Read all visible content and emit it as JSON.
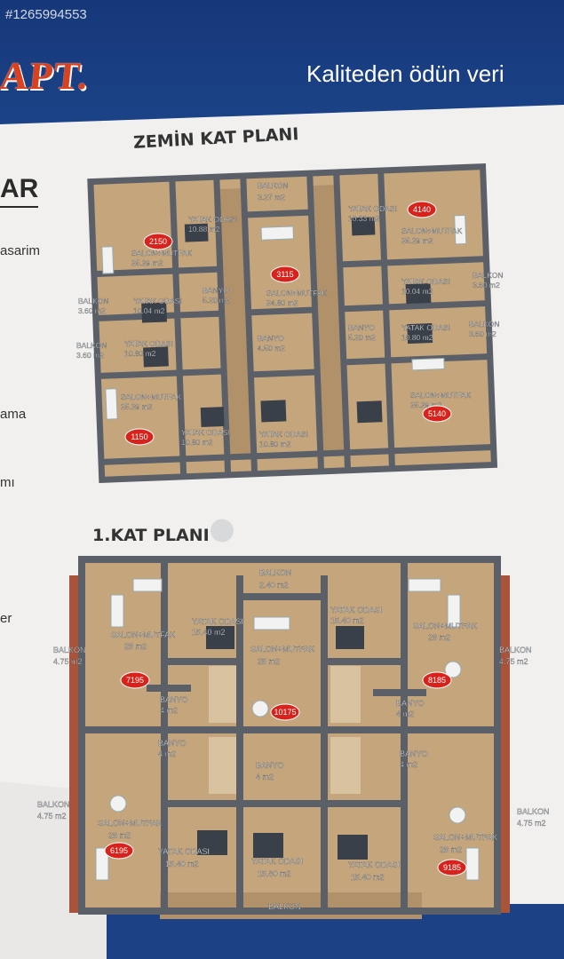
{
  "watermark_id": "#1265994553",
  "logo_text": "APT.",
  "slogan": "Kaliteden ödün veri",
  "side": {
    "heading": "AR",
    "items": [
      "asarim",
      "ama",
      "mı",
      "er"
    ]
  },
  "ground": {
    "title": "ZEMİN KAT PLANI",
    "labels": [
      {
        "id": "b1",
        "text": "BALKON"
      },
      {
        "id": "b1a",
        "text": "3.27 m2"
      },
      {
        "id": "y1",
        "text": "YATAK ODASI"
      },
      {
        "id": "y1a",
        "text": "10.88 m2"
      },
      {
        "id": "y2",
        "text": "YATAK ODASI"
      },
      {
        "id": "y2a",
        "text": "10.33 m2"
      },
      {
        "id": "s1",
        "text": "SALON+MUTFAK"
      },
      {
        "id": "s1a",
        "text": "25.29 m2"
      },
      {
        "id": "s2",
        "text": "SALON+MUTFAK"
      },
      {
        "id": "s2a",
        "text": "24.80 m2"
      },
      {
        "id": "s3",
        "text": "SALON+MUTFAK"
      },
      {
        "id": "s3a",
        "text": "25.29 m2"
      },
      {
        "id": "bl",
        "text": "BALKON"
      },
      {
        "id": "bla",
        "text": "3.60 m2"
      },
      {
        "id": "bl2",
        "text": "BALKON"
      },
      {
        "id": "bl2a",
        "text": "3.60 m2"
      },
      {
        "id": "br",
        "text": "BALKON"
      },
      {
        "id": "bra",
        "text": "3.60 m2"
      },
      {
        "id": "br2",
        "text": "BALKON"
      },
      {
        "id": "br2a",
        "text": "3.60 m2"
      },
      {
        "id": "y3",
        "text": "YATAK ODASI"
      },
      {
        "id": "y3a",
        "text": "10.04 m2"
      },
      {
        "id": "y4",
        "text": "YATAK ODASI"
      },
      {
        "id": "y4a",
        "text": "10.04 m2"
      },
      {
        "id": "y5",
        "text": "YATAK ODASI"
      },
      {
        "id": "y5a",
        "text": "10.80 m2"
      },
      {
        "id": "y6",
        "text": "YATAK ODASI"
      },
      {
        "id": "y6a",
        "text": "10.80 m2"
      },
      {
        "id": "ba1",
        "text": "BANYO"
      },
      {
        "id": "ba1a",
        "text": "5.20 m2"
      },
      {
        "id": "ba2",
        "text": "BANYO"
      },
      {
        "id": "ba2a",
        "text": "4.50 m2"
      },
      {
        "id": "ba3",
        "text": "BANYO"
      },
      {
        "id": "ba3a",
        "text": "5.20 m2"
      },
      {
        "id": "s4",
        "text": "SALON+MUTFAK"
      },
      {
        "id": "s4a",
        "text": "25.29 m2"
      },
      {
        "id": "s5",
        "text": "SALON+MUTFAK"
      },
      {
        "id": "s5a",
        "text": "25.29 m2"
      },
      {
        "id": "y7",
        "text": "YATAK ODASI"
      },
      {
        "id": "y7a",
        "text": "10.80 m2"
      },
      {
        "id": "y8",
        "text": "YATAK ODASI"
      },
      {
        "id": "y8a",
        "text": "10.80 m2"
      }
    ],
    "badges": [
      "2150",
      "3115",
      "4140",
      "1150",
      "5140"
    ]
  },
  "first": {
    "title": "1.KAT PLANI",
    "labels": [
      {
        "id": "tb",
        "text": "BALKON"
      },
      {
        "id": "tba",
        "text": "2.40 m2"
      },
      {
        "id": "fy1",
        "text": "YATAK ODASI"
      },
      {
        "id": "fy1a",
        "text": "15.40 m2"
      },
      {
        "id": "fy2",
        "text": "YATAK ODASI"
      },
      {
        "id": "fy2a",
        "text": "15.40 m2"
      },
      {
        "id": "fs1",
        "text": "SALON+MUTFAK"
      },
      {
        "id": "fs1a",
        "text": "28 m2"
      },
      {
        "id": "fs2",
        "text": "SALON+MUTFAK"
      },
      {
        "id": "fs2a",
        "text": "25 m2"
      },
      {
        "id": "fs3",
        "text": "SALON+MUTFAK"
      },
      {
        "id": "fs3a",
        "text": "28 m2"
      },
      {
        "id": "fbl",
        "text": "BALKON"
      },
      {
        "id": "fbla",
        "text": "4.75 m2"
      },
      {
        "id": "fbr",
        "text": "BALKON"
      },
      {
        "id": "fbra",
        "text": "4.75 m2"
      },
      {
        "id": "fba1",
        "text": "BANYO"
      },
      {
        "id": "fba1a",
        "text": "4 m2"
      },
      {
        "id": "fba2",
        "text": "BANYO"
      },
      {
        "id": "fba2a",
        "text": "4 m2"
      },
      {
        "id": "fba3",
        "text": "BANYO"
      },
      {
        "id": "fba3a",
        "text": "4 m2"
      },
      {
        "id": "fba4",
        "text": "BANYO"
      },
      {
        "id": "fba4a",
        "text": "4 m2"
      },
      {
        "id": "fba5",
        "text": "BANYO"
      },
      {
        "id": "fba5a",
        "text": "4 m2"
      },
      {
        "id": "fbl2",
        "text": "BALKON"
      },
      {
        "id": "fbl2a",
        "text": "4.75 m2"
      },
      {
        "id": "fbr2",
        "text": "BALKON"
      },
      {
        "id": "fbr2a",
        "text": "4.75 m2"
      },
      {
        "id": "fs4",
        "text": "SALON+MUTFAK"
      },
      {
        "id": "fs4a",
        "text": "28 m2"
      },
      {
        "id": "fs5",
        "text": "SALON+MUTFAK"
      },
      {
        "id": "fs5a",
        "text": "28 m2"
      },
      {
        "id": "fy3",
        "text": "YATAK ODASI"
      },
      {
        "id": "fy3a",
        "text": "15.40 m2"
      },
      {
        "id": "fy4",
        "text": "YATAK ODASI"
      },
      {
        "id": "fy4a",
        "text": "15.80 m2"
      },
      {
        "id": "fy5",
        "text": "YATAK ODASI"
      },
      {
        "id": "fy5a",
        "text": "15.40 m2"
      },
      {
        "id": "fbb",
        "text": "BALKON"
      }
    ],
    "badges": [
      "7195",
      "10175",
      "8185",
      "6195",
      "9185"
    ]
  },
  "colors": {
    "wall": "#5b6068",
    "wall_top": "#7d838c",
    "floor": "#c4a57c",
    "floor_dark": "#b0916a",
    "badge": "#d8231d",
    "banner": "#1c4388",
    "logo": "#d9411f"
  }
}
